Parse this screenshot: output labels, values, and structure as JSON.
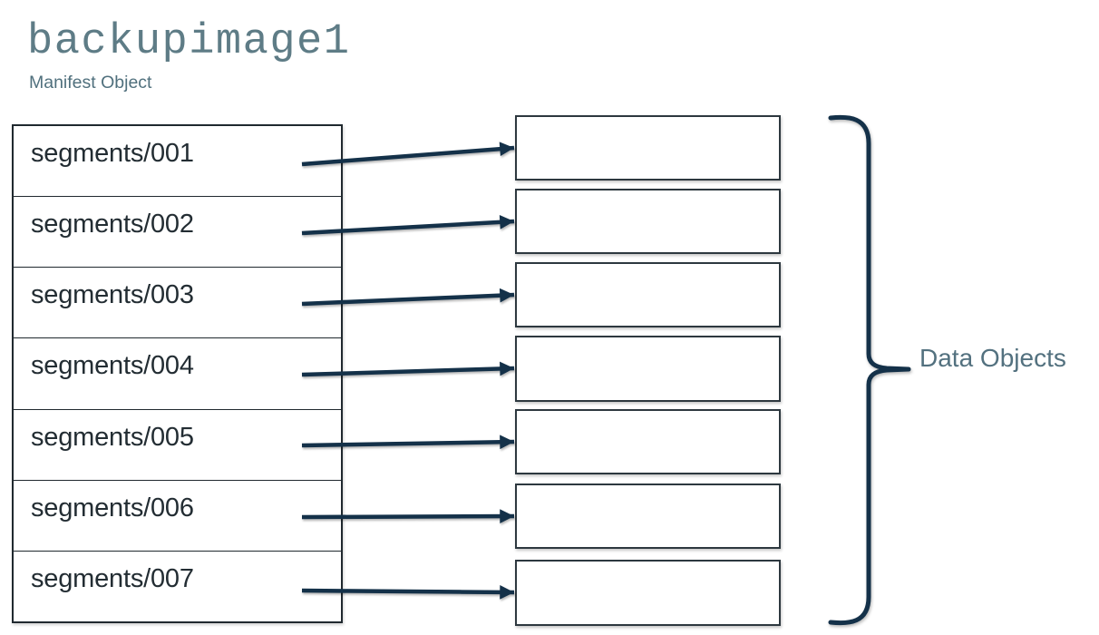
{
  "title": "backupimage1",
  "subtitle": "Manifest Object",
  "manifest": {
    "rows": [
      {
        "label": "segments/001"
      },
      {
        "label": "segments/002"
      },
      {
        "label": "segments/003"
      },
      {
        "label": "segments/004"
      },
      {
        "label": "segments/005"
      },
      {
        "label": "segments/006"
      },
      {
        "label": "segments/007"
      }
    ]
  },
  "data_objects": {
    "label": "Data Objects",
    "box_count": 7
  },
  "icons": {
    "connector": "right-arrow-icon",
    "grouping": "right-curly-brace-icon"
  },
  "colors": {
    "accent_navy": "#143149",
    "title_text": "#5e7c86",
    "subtitle_text": "#50707d",
    "label_text": "#53717f",
    "row_text": "#232d33",
    "table_border": "#20292f",
    "box_border": "#2d383f"
  }
}
